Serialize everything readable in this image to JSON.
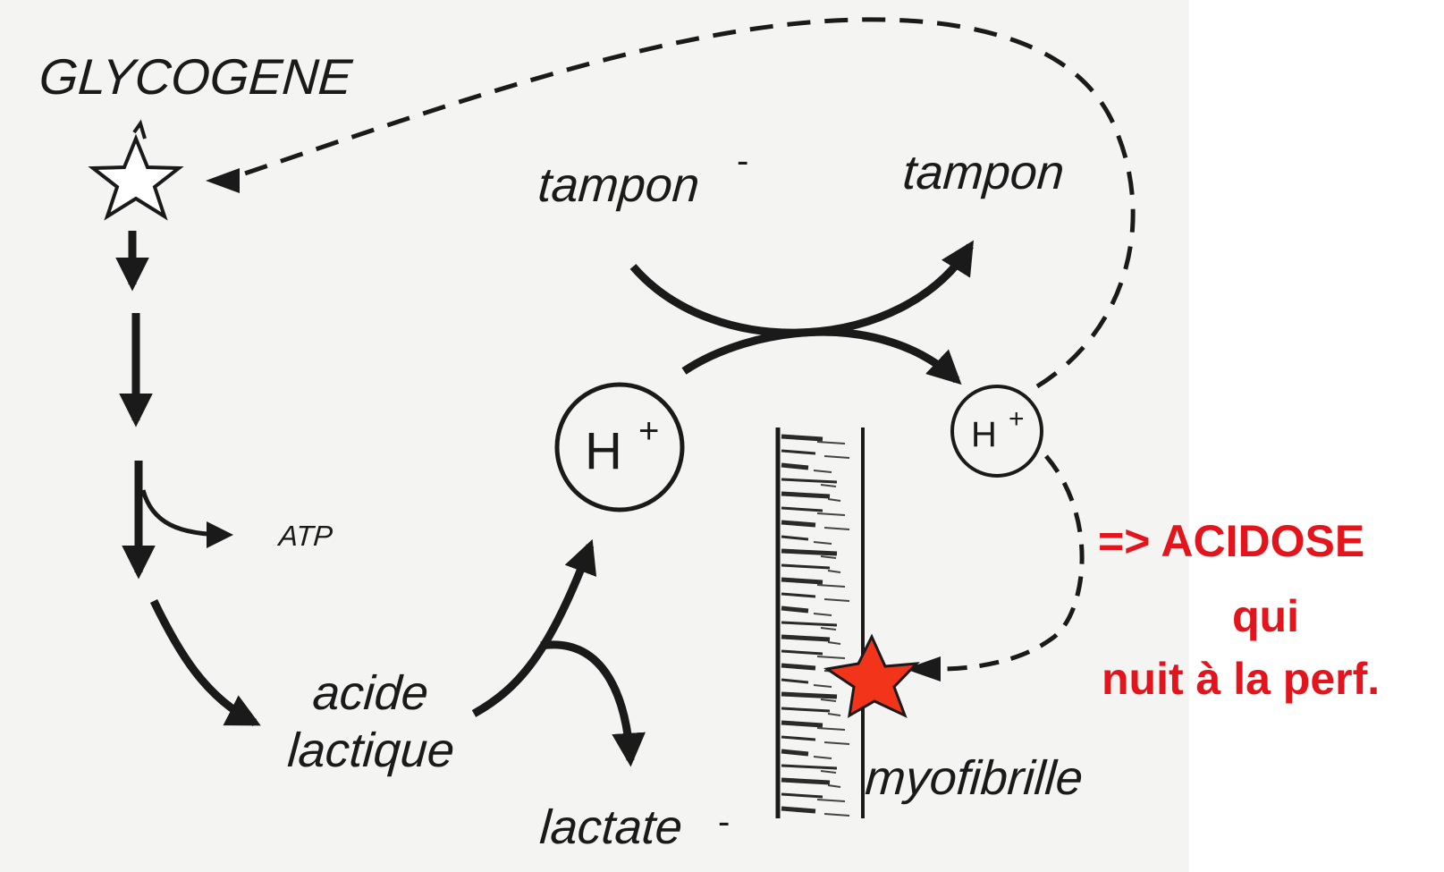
{
  "labels": {
    "glycogene": "GLYCOGENE",
    "tampon_left": "tampon",
    "tampon_left_mark": "-",
    "tampon_right": "tampon",
    "atp": "ATP",
    "acide": "acide",
    "lactique": "lactique",
    "lactate": "lactate",
    "lactate_mark": "-",
    "myofibrille": "myofibrille",
    "h_left": "H",
    "h_left_sup": "+",
    "h_right": "H",
    "h_right_sup": "+"
  },
  "annotation": {
    "line1": "=> ACIDOSE",
    "line2": "qui",
    "line3": "nuit à la perf."
  },
  "colors": {
    "ink": "#1a1a1a",
    "accent_red": "#e3141b",
    "star_fill": "#f2341a",
    "panel_bg": "#f4f4f2"
  }
}
